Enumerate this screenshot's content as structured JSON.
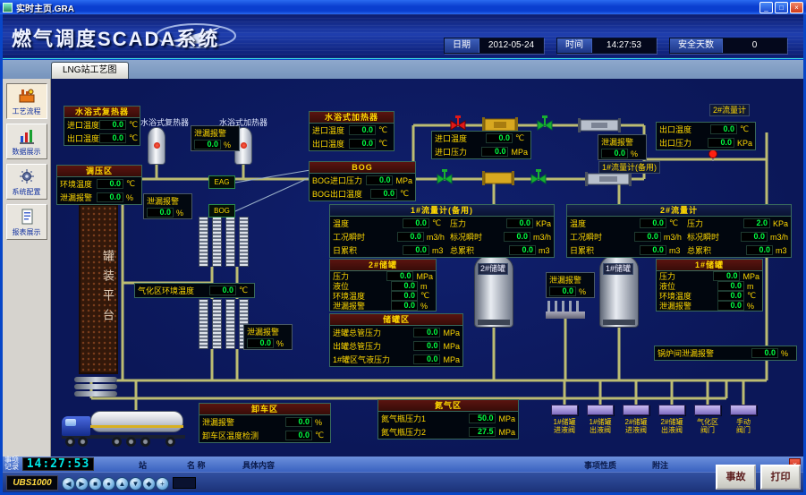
{
  "window": {
    "title": "实时主页.GRA"
  },
  "icons": {
    "minimize": "_",
    "maximize": "□",
    "close": "×",
    "event_close": "×"
  },
  "banner": {
    "title": "燃气调度SCADA系统",
    "date_label": "日期",
    "date_value": "2012-05-24",
    "time_label": "时间",
    "time_value": "14:27:53",
    "safe_label": "安全天数",
    "safe_value": "0"
  },
  "tab": {
    "label": "LNG站工艺图"
  },
  "sidebar": {
    "items": [
      {
        "label": "工艺流程"
      },
      {
        "label": "数据展示"
      },
      {
        "label": "系统配置"
      },
      {
        "label": "报表展示"
      }
    ]
  },
  "diagram": {
    "labels": {
      "reheater": "水浴式复热器",
      "heater": "水浴式加热器",
      "flow2_title": "2#流量计",
      "flow1_backup": "1#流量计(备用)",
      "tank2": "2#储罐",
      "tank1": "1#储罐",
      "platform": "罐装平台",
      "eag": "EAG",
      "bog": "BOG"
    },
    "panels": {
      "reheater": {
        "title": "水浴式复热器",
        "rows": [
          {
            "label": "进口温度",
            "value": "0.0",
            "unit": "℃"
          },
          {
            "label": "出口温度",
            "value": "0.0",
            "unit": "℃"
          }
        ]
      },
      "heater": {
        "title": "水浴式加热器",
        "rows": [
          {
            "label": "进口温度",
            "value": "0.0",
            "unit": "℃"
          },
          {
            "label": "出口温度",
            "value": "0.0",
            "unit": "℃"
          }
        ]
      },
      "inlet": {
        "rows": [
          {
            "label": "进口温度",
            "value": "0.0",
            "unit": "℃"
          },
          {
            "label": "进口压力",
            "value": "0.0",
            "unit": "MPa"
          }
        ]
      },
      "outlet": {
        "rows": [
          {
            "label": "出口温度",
            "value": "0.0",
            "unit": "℃"
          },
          {
            "label": "出口压力",
            "value": "0.0",
            "unit": "KPa"
          }
        ]
      },
      "regulator": {
        "title": "调压区",
        "rows": [
          {
            "label": "环境温度",
            "value": "0.0",
            "unit": "℃"
          },
          {
            "label": "泄漏报警",
            "value": "0.0",
            "unit": "%"
          }
        ]
      },
      "bog": {
        "title": "BOG",
        "rows": [
          {
            "label": "BOG进口压力",
            "value": "0.0",
            "unit": "MPa"
          },
          {
            "label": "BOG出口温度",
            "value": "0.0",
            "unit": "℃"
          }
        ]
      },
      "flow1": {
        "title": "1#流量计(备用)",
        "cells": [
          {
            "label": "温度",
            "value": "0.0",
            "unit": "℃"
          },
          {
            "label": "压力",
            "value": "0.0",
            "unit": "KPa"
          },
          {
            "label": "工况瞬时",
            "value": "0.0",
            "unit": "m3/h"
          },
          {
            "label": "标况瞬时",
            "value": "0.0",
            "unit": "m3/h"
          },
          {
            "label": "日累积",
            "value": "0.0",
            "unit": "m3"
          },
          {
            "label": "总累积",
            "value": "0.0",
            "unit": "m3"
          }
        ]
      },
      "flow2": {
        "title": "2#流量计",
        "cells": [
          {
            "label": "温度",
            "value": "0.0",
            "unit": "℃"
          },
          {
            "label": "压力",
            "value": "2.0",
            "unit": "KPa"
          },
          {
            "label": "工况瞬时",
            "value": "0.0",
            "unit": "m3/h"
          },
          {
            "label": "标况瞬时",
            "value": "0.0",
            "unit": "m3/h"
          },
          {
            "label": "日累积",
            "value": "0.0",
            "unit": "m3"
          },
          {
            "label": "总累积",
            "value": "0.0",
            "unit": "m3"
          }
        ]
      },
      "tank2": {
        "title": "2#储罐",
        "rows": [
          {
            "label": "压力",
            "value": "0.0",
            "unit": "MPa"
          },
          {
            "label": "液位",
            "value": "0.0",
            "unit": "m"
          },
          {
            "label": "环境温度",
            "value": "0.0",
            "unit": "℃"
          },
          {
            "label": "泄漏报警",
            "value": "0.0",
            "unit": "%"
          }
        ]
      },
      "tank1": {
        "title": "1#储罐",
        "rows": [
          {
            "label": "压力",
            "value": "0.0",
            "unit": "MPa"
          },
          {
            "label": "液位",
            "value": "0.0",
            "unit": "m"
          },
          {
            "label": "环境温度",
            "value": "0.0",
            "unit": "℃"
          },
          {
            "label": "泄漏报警",
            "value": "0.0",
            "unit": "%"
          }
        ]
      },
      "tankfarm": {
        "title": "储罐区",
        "rows": [
          {
            "label": "进罐总管压力",
            "value": "0.0",
            "unit": "MPa"
          },
          {
            "label": "出罐总管压力",
            "value": "0.0",
            "unit": "MPa"
          },
          {
            "label": "1#罐区气液压力",
            "value": "0.0",
            "unit": "MPa"
          }
        ]
      },
      "vapor_temp": {
        "rows": [
          {
            "label": "气化区环境温度",
            "value": "0.0",
            "unit": "℃"
          }
        ]
      },
      "unload": {
        "title": "卸车区",
        "rows": [
          {
            "label": "泄漏报警",
            "value": "0.0",
            "unit": "%"
          },
          {
            "label": "卸车区温度检测",
            "value": "0.0",
            "unit": "℃"
          }
        ]
      },
      "nitrogen": {
        "title": "氮气区",
        "rows": [
          {
            "label": "氮气瓶压力1",
            "value": "50.0",
            "unit": "MPa"
          },
          {
            "label": "氮气瓶压力2",
            "value": "27.5",
            "unit": "MPa"
          }
        ]
      },
      "boiler_leak": {
        "rows": [
          {
            "label": "锅炉间泄漏报警",
            "value": "0.0",
            "unit": "%"
          }
        ]
      }
    },
    "leaks": [
      {
        "label": "泄漏报警",
        "value": "0.0",
        "unit": "%"
      },
      {
        "label": "泄漏报警",
        "value": "0.0",
        "unit": "%"
      },
      {
        "label": "泄漏报警",
        "value": "0.0",
        "unit": "%"
      },
      {
        "label": "泄漏报警",
        "value": "0.0",
        "unit": "%"
      },
      {
        "label": "泄漏报警",
        "value": "0.0",
        "unit": "%"
      }
    ],
    "valves": [
      {
        "l1": "1#储罐",
        "l2": "进液阀"
      },
      {
        "l1": "1#储罐",
        "l2": "出液阀"
      },
      {
        "l1": "2#储罐",
        "l2": "进液阀"
      },
      {
        "l1": "2#储罐",
        "l2": "出液阀"
      },
      {
        "l1": "气化区",
        "l2": "阀门"
      },
      {
        "l1": "手动",
        "l2": "阀门"
      }
    ]
  },
  "event": {
    "title": "事项记录",
    "clock": "14:27:53",
    "columns": [
      "站",
      "名 称",
      "具体内容",
      "事项性质",
      "附注"
    ],
    "accident": "事故",
    "print": "打印"
  },
  "status": {
    "logo": "UBS1000",
    "nav": [
      "◀",
      "▶",
      "■",
      "●",
      "▲",
      "▼",
      "◆",
      "+"
    ]
  },
  "colors": {
    "value_green": "#00ff44",
    "label_yellow": "#ffd800",
    "pipe": "#bcbc72",
    "background": "#0b1758"
  }
}
